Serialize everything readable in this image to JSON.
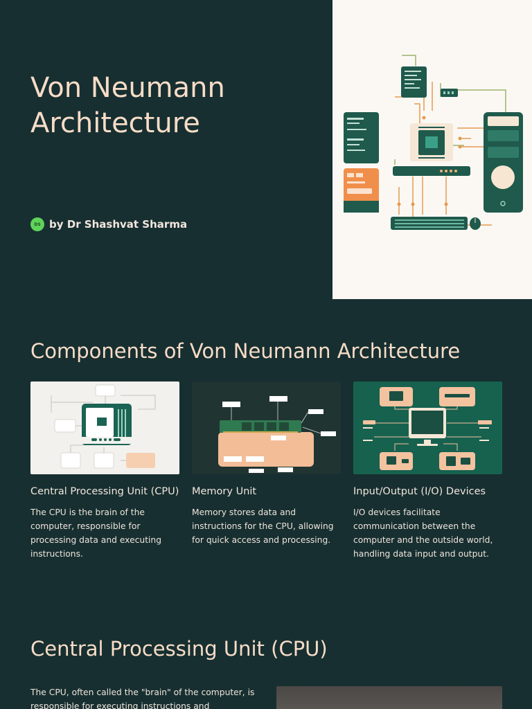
{
  "hero": {
    "title": "Von Neumann Architecture",
    "author_initials": "DS",
    "author": "by Dr Shashvat Sharma"
  },
  "components": {
    "heading": "Components of Von Neumann Architecture",
    "cards": [
      {
        "title": "Central Processing Unit (CPU)",
        "description": "The CPU is the brain of the computer, responsible for processing data and executing instructions."
      },
      {
        "title": "Memory Unit",
        "description": "Memory stores data and instructions for the CPU, allowing for quick access and processing."
      },
      {
        "title": "Input/Output (I/O) Devices",
        "description": "I/O devices facilitate communication between the computer and the outside world, handling data input and output."
      }
    ]
  },
  "cpu_section": {
    "heading": "Central Processing Unit (CPU)",
    "intro": "The CPU, often called the \"brain\" of the computer, is responsible for executing instructions and"
  },
  "colors": {
    "background": "#172f30",
    "accent_text": "#f7dcc8",
    "teal": "#1e6b5a",
    "peach": "#f3c29f",
    "orange": "#e8944a"
  }
}
